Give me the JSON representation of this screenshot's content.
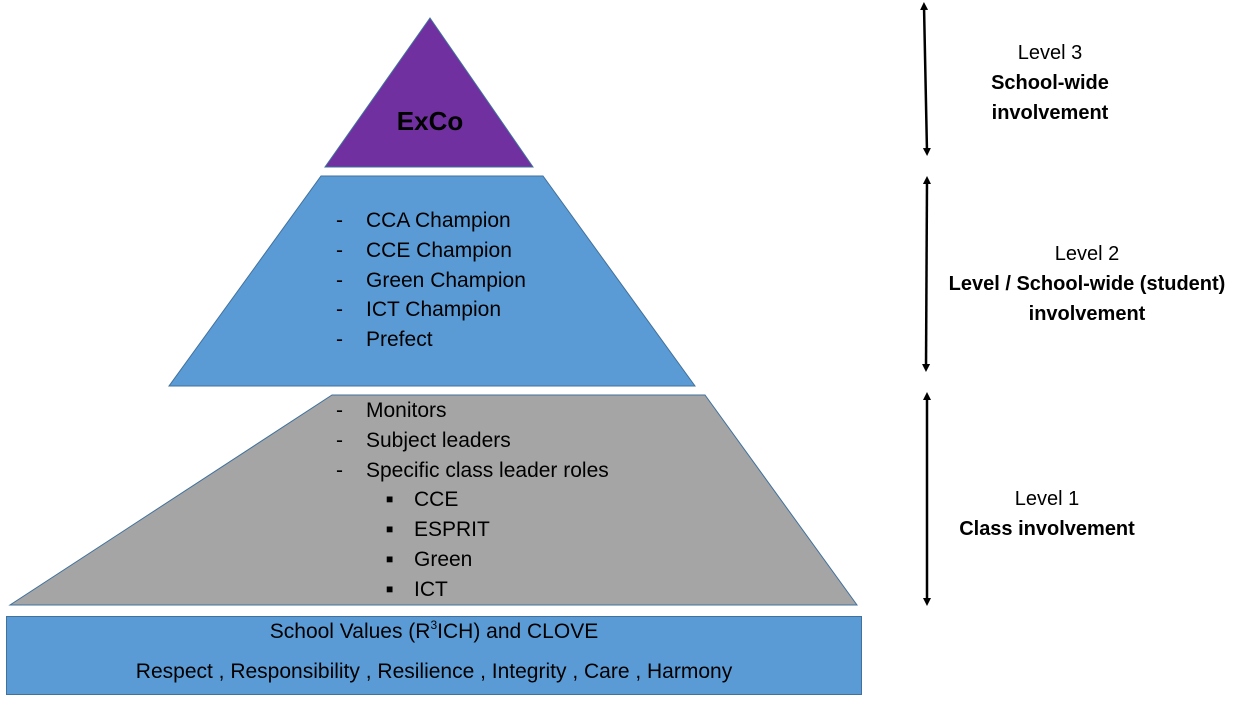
{
  "diagram": {
    "type": "pyramid",
    "colors": {
      "level3_fill": "#7030A0",
      "level2_fill": "#5B9BD5",
      "level1_fill": "#A5A5A5",
      "base_fill": "#5B9BD5",
      "outline": "#41719C",
      "arrow": "#000000"
    },
    "level3": {
      "title": "ExCo"
    },
    "level2": {
      "items": [
        "CCA Champion",
        "CCE Champion",
        "Green Champion",
        "ICT Champion",
        "Prefect"
      ],
      "marker": "-"
    },
    "level1": {
      "items": [
        "Monitors",
        "Subject leaders",
        "Specific class leader roles"
      ],
      "marker": "-",
      "subitems": [
        "CCE",
        "ESPRIT",
        "Green",
        "ICT"
      ],
      "submarker": "■"
    },
    "base": {
      "title_prefix": "School Values (R",
      "title_superscript": "3",
      "title_suffix": "ICH) and CLOVE",
      "values_line": "Respect , Responsibility , Resilience , Integrity , Care , Harmony"
    },
    "side_labels": [
      {
        "level": "Level 3",
        "description_lines": [
          "School-wide",
          "involvement"
        ]
      },
      {
        "level": "Level 2",
        "description_lines": [
          "Level / School-wide (student)",
          "involvement"
        ]
      },
      {
        "level": "Level 1",
        "description_lines": [
          "Class involvement"
        ]
      }
    ]
  }
}
